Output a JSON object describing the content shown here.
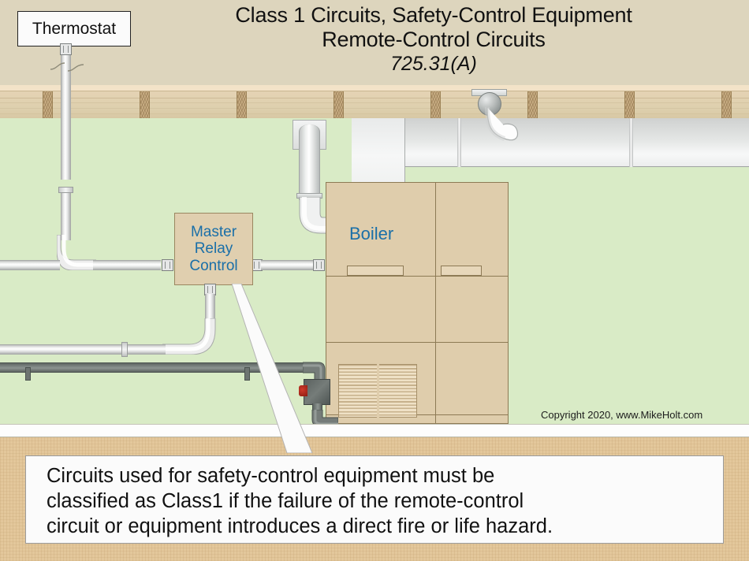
{
  "title": {
    "line1": "Class 1 Circuits, Safety-Control Equipment",
    "line2": "Remote-Control Circuits",
    "line3": "725.31(A)"
  },
  "labels": {
    "thermostat": "Thermostat",
    "boiler": "Boiler",
    "master_relay_line1": "Master",
    "master_relay_line2": "Relay",
    "master_relay_line3": "Control"
  },
  "caption": {
    "line1": "Circuits used for safety-control equipment must be",
    "line2": "classified as Class1 if the failure of the remote-control",
    "line3": "circuit or equipment introduces a direct fire or life hazard."
  },
  "copyright": "Copyright 2020, www.MikeHolt.com",
  "colors": {
    "header_background": "#ddd5bd",
    "wall": "#d9ebc6",
    "floor": "#e3c79b",
    "ceiling_joist": "#e5d3b4",
    "equipment_tan": "#dfcdac",
    "label_blue": "#1a6fa8",
    "duct_metal": "#e4e6e5",
    "conduit_white": "#ffffff",
    "conduit_gray": "#7b8380",
    "caption_background": "#fbfbfb",
    "text": "#111111"
  },
  "icons": {
    "thermostat_label": "thermostat-label",
    "boiler_unit": "boiler-unit",
    "master_relay_control": "master-relay-control-box",
    "hvac_duct": "hvac-duct",
    "round_damper": "round-damper",
    "flex_duct": "flex-duct",
    "junction_box": "junction-box",
    "conduit_break": "conduit-break-symbol",
    "callout_pointer": "callout-pointer"
  }
}
